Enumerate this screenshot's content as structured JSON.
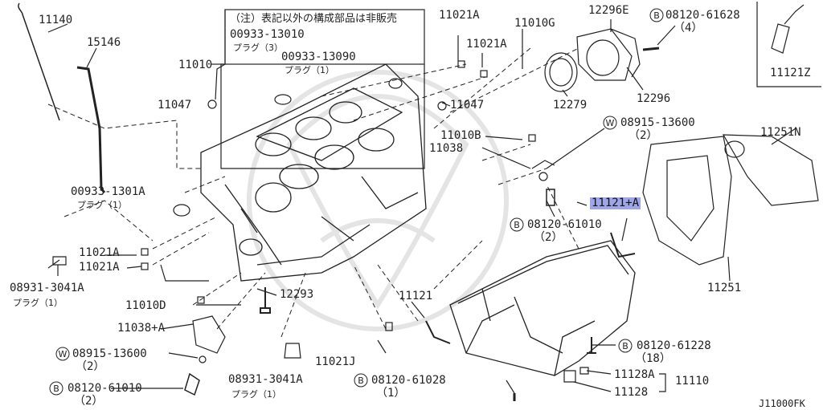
{
  "diagram": {
    "ref_code": "J11000FK",
    "note_box": {
      "line1": "（注）表記以外の構成部品は非販売",
      "line2": "00933-13010",
      "line3": "プラグ（3）",
      "line4": "00933-13090",
      "line5": "プラグ（1）"
    },
    "parts": {
      "p11140": "11140",
      "p15146": "15146",
      "p11010": "11010",
      "p11047_left": "11047",
      "p00933_1301A": "00933-1301A",
      "p00933_1301A_sub": "プラグ（1）",
      "p11021A_top1": "11021A",
      "p11021A_top2": "11021A",
      "p11010G": "11010G",
      "p12296E": "12296E",
      "p08120_61628": "08120-61628",
      "p08120_61628_qty": "（4）",
      "p11121Z": "11121Z",
      "p11047_right": "11047",
      "p12279": "12279",
      "p12296": "12296",
      "p11010B": "11010B",
      "p11038": "11038",
      "p08915_13600_top": "08915-13600",
      "p08915_13600_top_qty": "（2）",
      "p11251N": "11251N",
      "p11121A": "11121+A",
      "p08120_61010_mid": "08120-61010",
      "p08120_61010_mid_qty": "（2）",
      "p11021A_l1": "11021A",
      "p11021A_l2": "11021A",
      "p08931_3041A_left": "08931-3041A",
      "p08931_3041A_left_sub": "プラグ（1）",
      "p11010D": "11010D",
      "p12293": "12293",
      "p11038A": "11038+A",
      "p08915_13600_bot": "08915-13600",
      "p08915_13600_bot_qty": "（2）",
      "p08120_61010_bot": "08120-61010",
      "p08120_61010_bot_qty": "（2）",
      "p08931_3041A_mid": "08931-3041A",
      "p08931_3041A_mid_sub": "プラグ（1）",
      "p11021J": "11021J",
      "p11121": "11121",
      "p08120_61028": "08120-61028",
      "p08120_61028_qty": "（1）",
      "p11251": "11251",
      "p08120_61228": "08120-61228",
      "p08120_61228_qty": "（18）",
      "p11128A": "11128A",
      "p11128": "11128",
      "p11110": "11110"
    },
    "symbols": {
      "bolt": "B",
      "washer": "W"
    },
    "colors": {
      "line": "#222222",
      "highlight": "#9fa6e8",
      "watermark": "#e6e6e6"
    }
  }
}
